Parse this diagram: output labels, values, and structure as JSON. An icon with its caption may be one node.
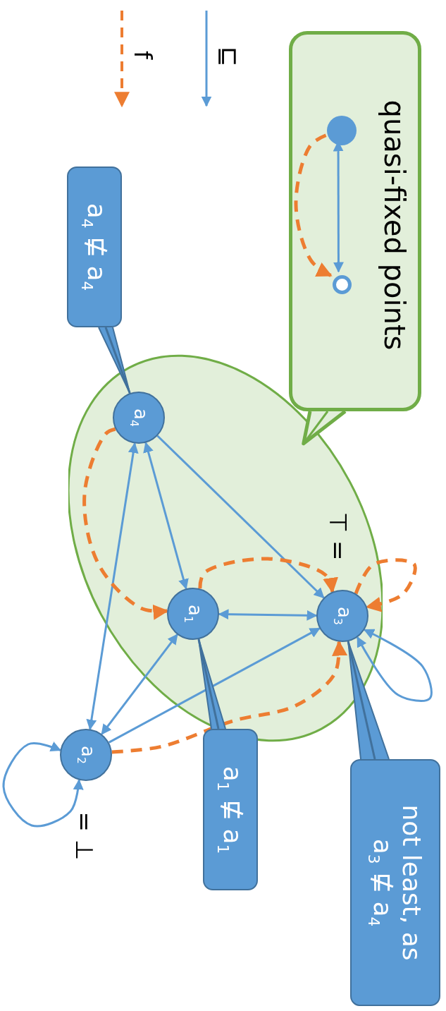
{
  "diagram": {
    "nodes": [
      {
        "text": [
          "quasi-fixed points"
        ]
      },
      {
        "text": [],
        "shape": "circle",
        "in": 0
      },
      {
        "text": [],
        "shape": "circle",
        "in": 0
      },
      {
        "text": [
          "a$_{4}$ ⋢ a$_{4}$"
        ]
      },
      {
        "text": [],
        "shape": "ellipse",
        "beside": [
          "⊤ ="
        ]
      },
      {
        "text": [
          "a$_{4}$"
        ],
        "in": 4
      },
      {
        "text": [
          "a$_{1}$"
        ],
        "in": 4
      },
      {
        "text": [
          "a$_{3}$"
        ],
        "in": 4
      },
      {
        "text": [
          "a$_{2}$"
        ],
        "beside": [
          "= ⊥"
        ]
      },
      {
        "text": [
          "a$_{1}$ ⋢ a$_{1}$"
        ]
      },
      {
        "text": [
          "not least, as a$_{3}$ ⋢ a$_{4}$"
        ]
      }
    ],
    "edges": [
      {
        "from": 5,
        "to": 6,
        "arrow": "both"
      },
      {
        "from": 5,
        "to": 7,
        "arrow": "to"
      },
      {
        "from": 8,
        "to": 5,
        "arrow": "both"
      },
      {
        "from": 6,
        "to": 8,
        "arrow": "both"
      },
      {
        "from": 6,
        "to": 7,
        "arrow": "both"
      },
      {
        "from": 8,
        "to": 7,
        "arrow": "to"
      },
      {
        "from": 7,
        "to": 7,
        "arrow": "both"
      },
      {
        "from": 8,
        "to": 8,
        "arrow": "both"
      },
      {
        "from": 5,
        "to": 6,
        "arrow": "to",
        "style": "dashed",
        "color": "#ed7d31"
      },
      {
        "from": 6,
        "to": 7,
        "arrow": "to",
        "style": "dashed",
        "color": "#ed7d31"
      },
      {
        "from": 7,
        "to": 7,
        "arrow": "to",
        "style": "dashed",
        "color": "#ed7d31"
      },
      {
        "from": 8,
        "to": 7,
        "arrow": "to",
        "style": "dashed",
        "color": "#ed7d31"
      },
      {
        "from": 1,
        "to": 2,
        "arrow": "both"
      },
      {
        "from": 1,
        "to": 2,
        "arrow": "to",
        "style": "dashed",
        "color": "#ed7d31"
      },
      {
        "from": 0,
        "to": 4,
        "arrow": "none",
        "color": "#70ad47"
      },
      {
        "from": 3,
        "to": 5,
        "arrow": "none"
      },
      {
        "from": 9,
        "to": 6,
        "arrow": "none"
      },
      {
        "from": 10,
        "to": 7,
        "arrow": "none"
      }
    ],
    "legend": [
      {
        "text": "⊑"
      },
      {
        "text": "f"
      }
    ]
  }
}
